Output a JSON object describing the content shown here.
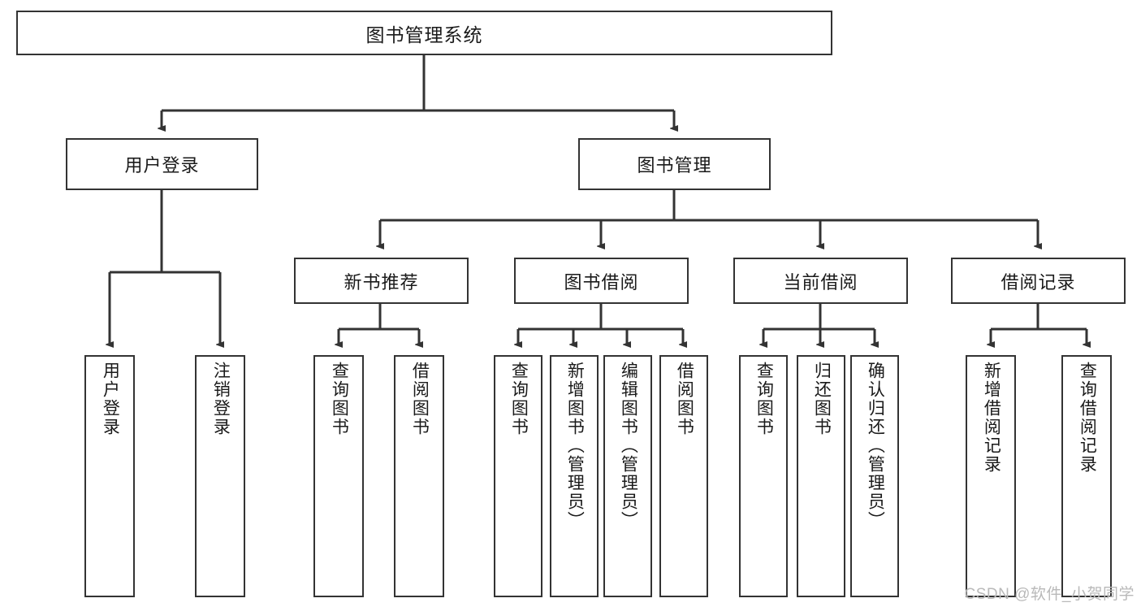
{
  "diagram": {
    "title_node": {
      "label": "图书管理系统"
    },
    "level2": [
      {
        "label": "用户登录"
      },
      {
        "label": "图书管理"
      }
    ],
    "level3": [
      {
        "label": "新书推荐"
      },
      {
        "label": "图书借阅"
      },
      {
        "label": "当前借阅"
      },
      {
        "label": "借阅记录"
      }
    ],
    "leaves": {
      "user_login": [
        {
          "label": "用户登录"
        },
        {
          "label": "注销登录"
        }
      ],
      "new_book_recommend": [
        {
          "label": "查询图书"
        },
        {
          "label": "借阅图书"
        }
      ],
      "book_borrow": [
        {
          "label": "查询图书"
        },
        {
          "label": "新增图书（管理员）"
        },
        {
          "label": "编辑图书（管理员）"
        },
        {
          "label": "借阅图书"
        }
      ],
      "current_borrow": [
        {
          "label": "查询图书"
        },
        {
          "label": "归还图书"
        },
        {
          "label": "确认归还（管理员）"
        }
      ],
      "borrow_record": [
        {
          "label": "新增借阅记录"
        },
        {
          "label": "查询借阅记录"
        }
      ]
    }
  },
  "watermark": {
    "text": "CSDN @软件_小贺同学"
  },
  "colors": {
    "stroke": "#333333",
    "background": "#ffffff",
    "text": "#1a1a1a",
    "watermark": "#b9b9b9"
  }
}
